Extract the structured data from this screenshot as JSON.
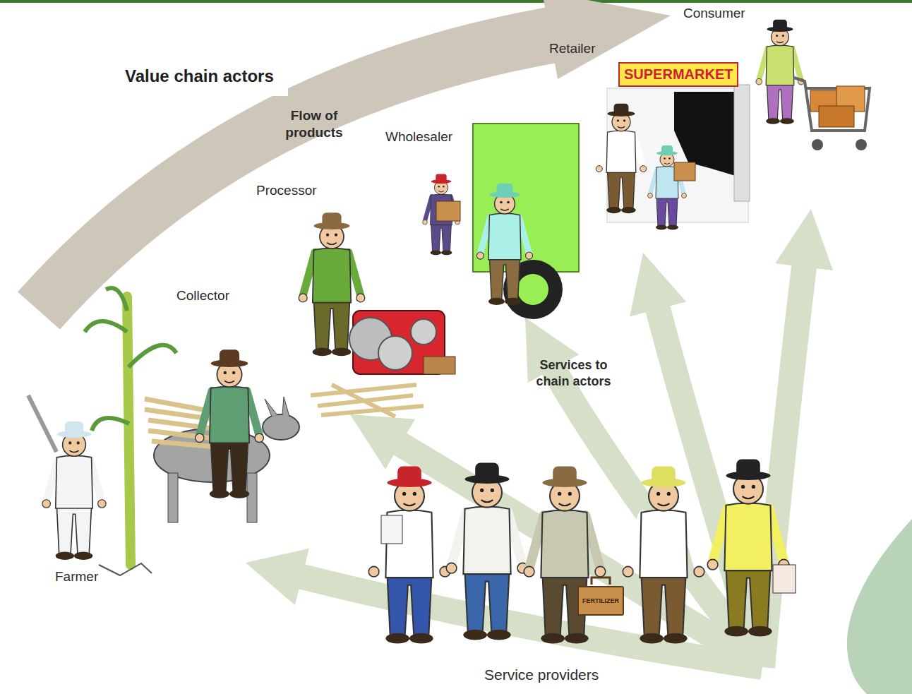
{
  "diagram": {
    "title": "Value chain actors",
    "nodes": [
      {
        "text": [
          "SUPERMARKET"
        ]
      },
      {
        "text": [
          "FERTILIZER"
        ]
      }
    ],
    "labels": [
      "Consumer",
      "Retailer",
      "Flow of products",
      "Wholesaler",
      "Processor",
      "Collector",
      "Services to chain actors",
      "Farmer",
      "Service providers"
    ]
  }
}
